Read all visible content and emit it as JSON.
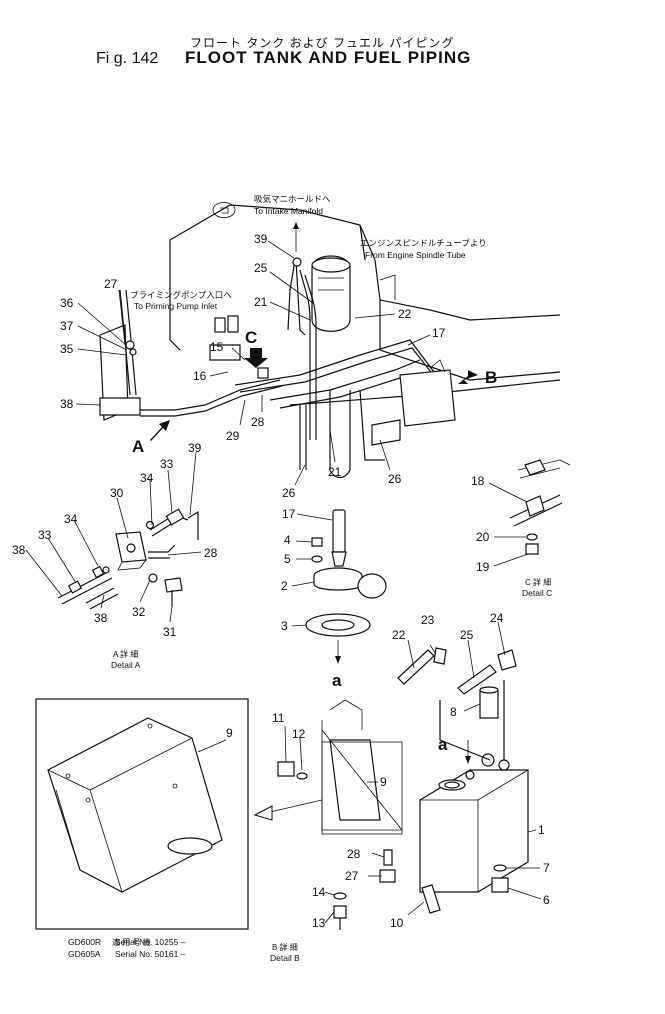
{
  "header": {
    "japanese_title": "フロート タンク および フュエル パイピング",
    "figure_number": "Fi g. 142",
    "figure_title": "FLOOT TANK AND FUEL PIPING"
  },
  "annotations": {
    "intake_jp": "吸気マニホールドへ",
    "intake_en": "To Intake Manifold",
    "spindle_jp": "エンジンスピンドルチューブより",
    "spindle_en": "From Engine Spindle Tube",
    "priming_jp": "プライミングポンプ入口へ",
    "priming_en": "To Priming Pump Inlet",
    "view_a": "A",
    "view_b": "B",
    "view_c": "C",
    "flow_a_top": "a",
    "flow_a_bottom": "a"
  },
  "details": {
    "detail_a_jp": "A 詳 細",
    "detail_a_en": "Detail A",
    "detail_b_jp": "B 詳 細",
    "detail_b_en": "Detail B",
    "detail_c_jp": "C 詳 細",
    "detail_c_en": "Detail C"
  },
  "serial_table": {
    "header_jp": "適 用 号 機",
    "rows": [
      {
        "model": "GD600R",
        "serial": "Serial No. 10255 –"
      },
      {
        "model": "GD605A",
        "serial": "Serial No. 50161 –"
      }
    ]
  },
  "part_labels": {
    "p27": "27",
    "p36": "36",
    "p37": "37",
    "p35": "35",
    "p38": "38",
    "p39": "39",
    "p25": "25",
    "p21": "21",
    "p22": "22",
    "p17": "17",
    "p15": "15",
    "p16": "16",
    "p29": "29",
    "p28": "28",
    "p21b": "21",
    "p26": "26",
    "p26b": "26",
    "dA_30": "30",
    "dA_34": "34",
    "dA_33": "33",
    "dA_39": "39",
    "dA_34b": "34",
    "dA_33b": "33",
    "dA_38": "38",
    "dA_28": "28",
    "dA_38b": "38",
    "dA_32": "32",
    "dA_31": "31",
    "p17b": "17",
    "p4": "4",
    "p5": "5",
    "p2": "2",
    "p3": "3",
    "dC_18": "18",
    "dC_20": "20",
    "dC_19": "19",
    "p23": "23",
    "p22b": "22",
    "p25b": "25",
    "p24": "24",
    "p8": "8",
    "p1": "1",
    "p7": "7",
    "p6": "6",
    "p9": "9",
    "p9b": "9",
    "p11": "11",
    "p12": "12",
    "p28b": "28",
    "p27b": "27",
    "p14": "14",
    "p13": "13",
    "p10": "10"
  }
}
